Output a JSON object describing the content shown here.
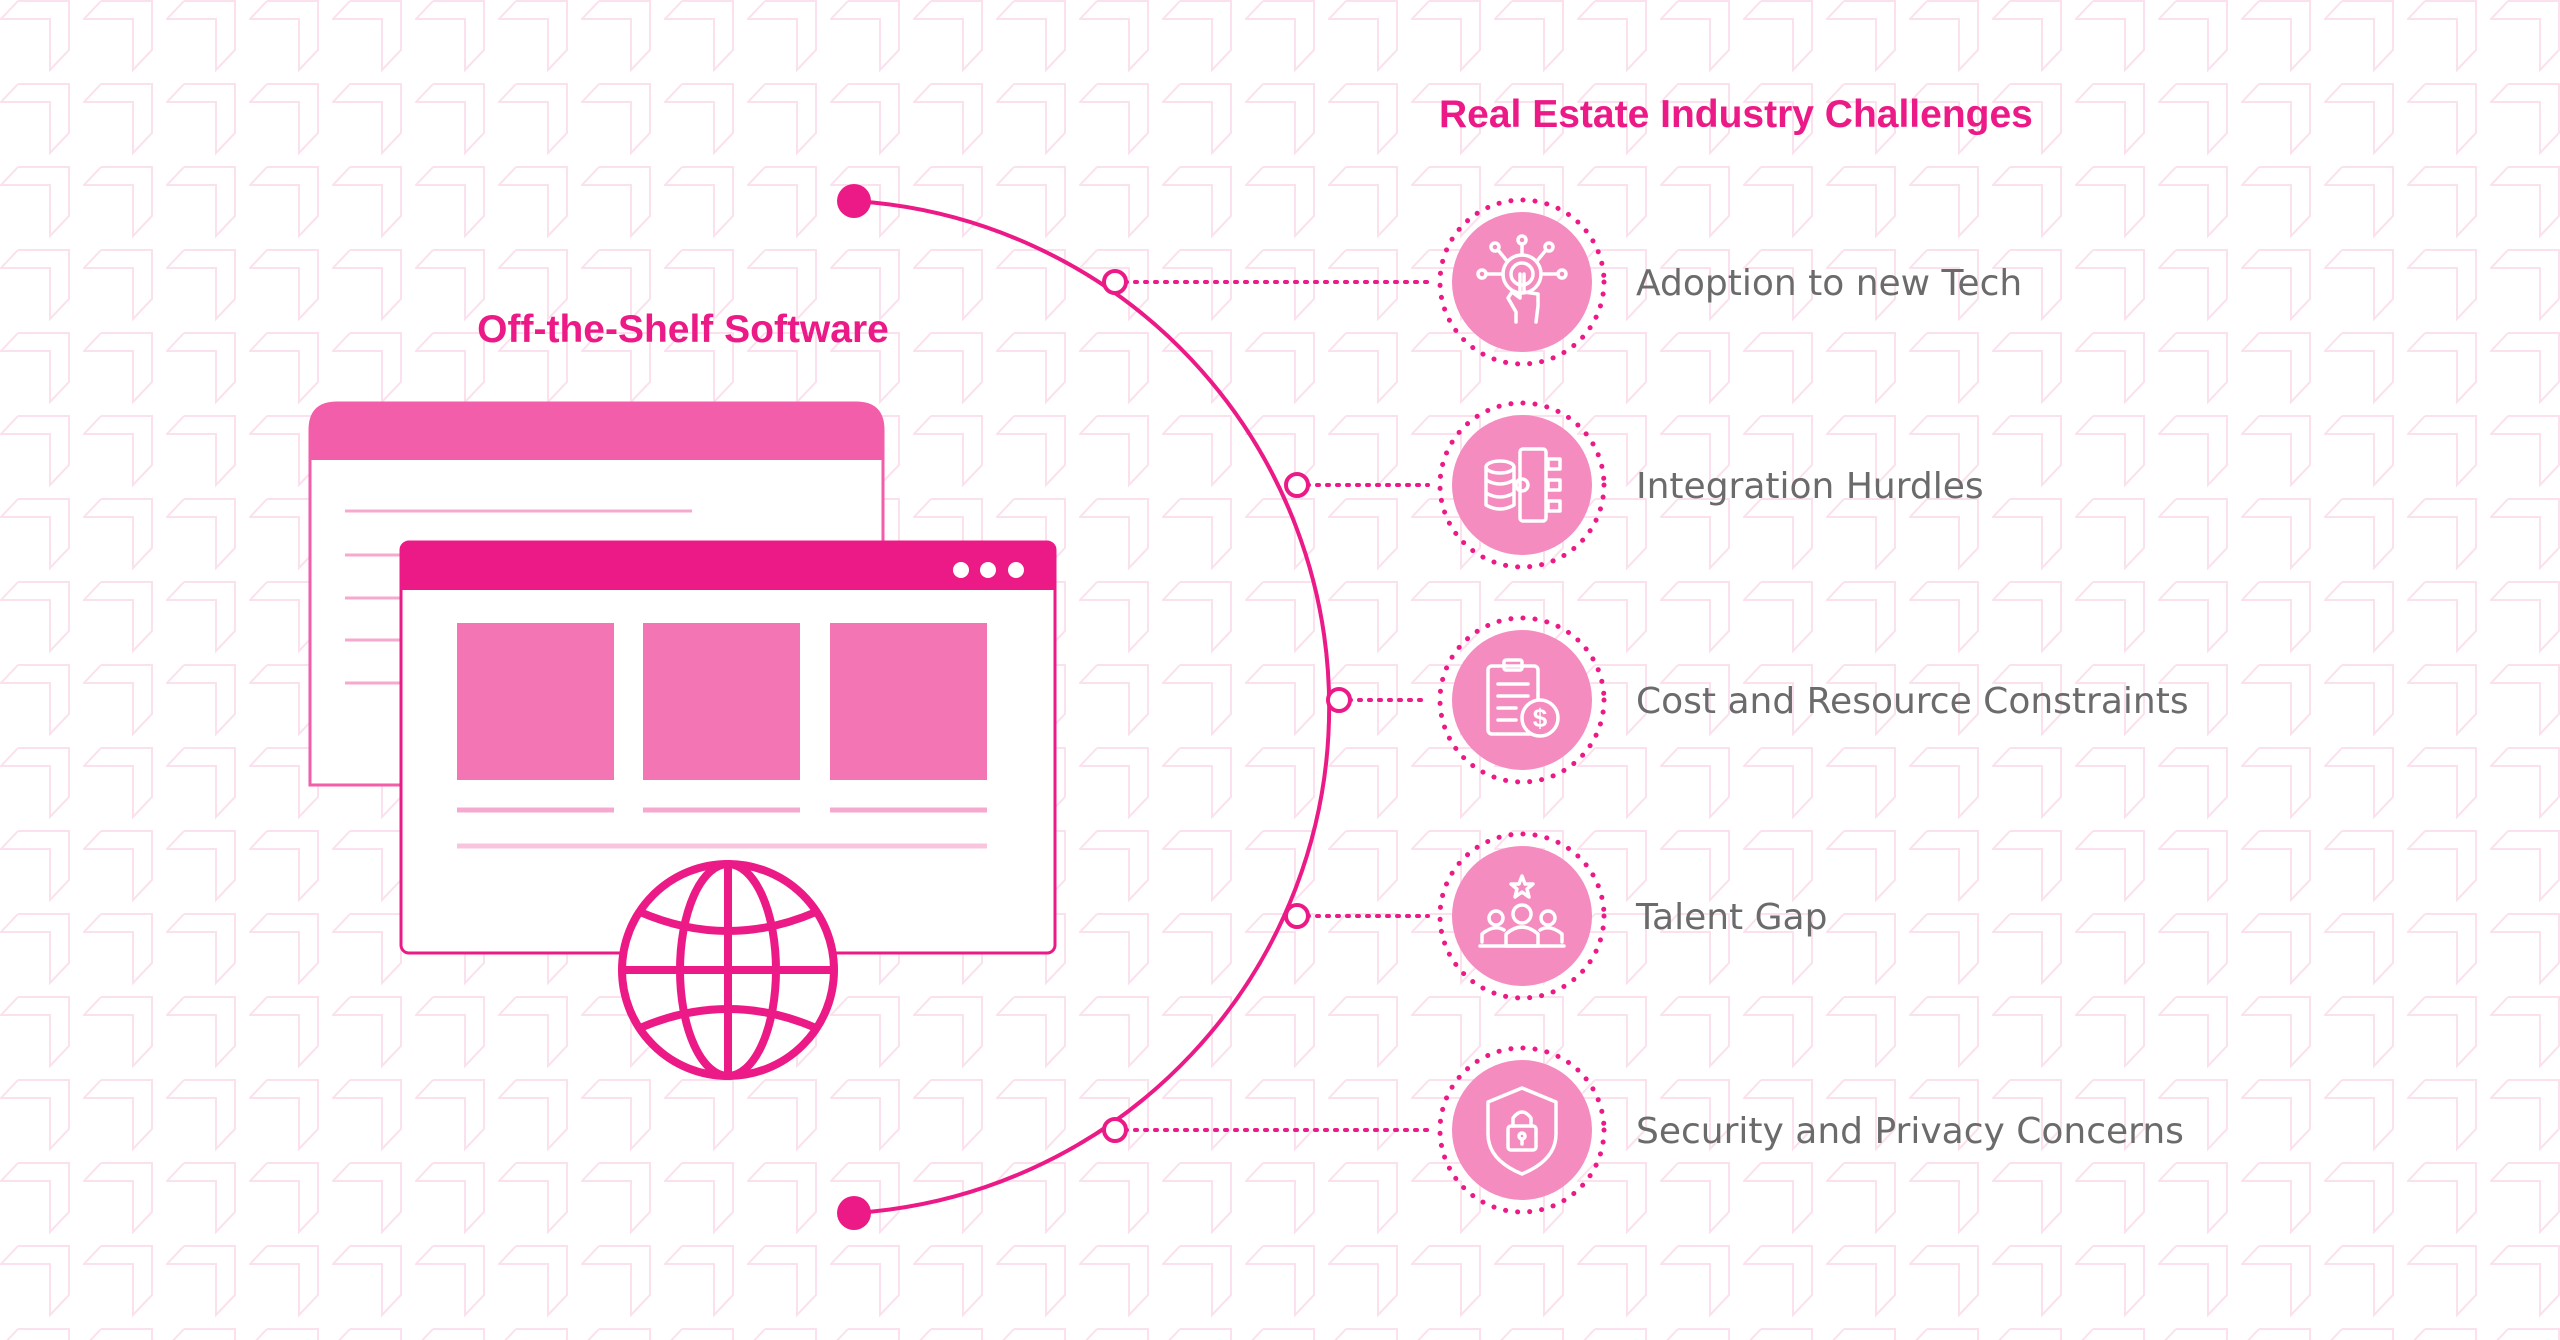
{
  "left": {
    "title": "Off-the-Shelf Software",
    "illustration": [
      "browser-window-back",
      "browser-window-front",
      "globe-icon"
    ]
  },
  "right": {
    "title": "Real Estate Industry Challenges",
    "items": [
      {
        "label": "Adoption to new Tech",
        "icon": "touch-tech-icon"
      },
      {
        "label": "Integration Hurdles",
        "icon": "database-integration-icon"
      },
      {
        "label": "Cost and Resource Constraints",
        "icon": "budget-clipboard-icon"
      },
      {
        "label": "Talent Gap",
        "icon": "team-talent-icon"
      },
      {
        "label": "Security and Privacy Concerns",
        "icon": "shield-lock-icon"
      }
    ]
  },
  "colors": {
    "accent": "#ec1a87",
    "soft": "#f48cbf",
    "box": "#f375b3",
    "header": "#f25ea9",
    "text": "#6b6b6b"
  }
}
